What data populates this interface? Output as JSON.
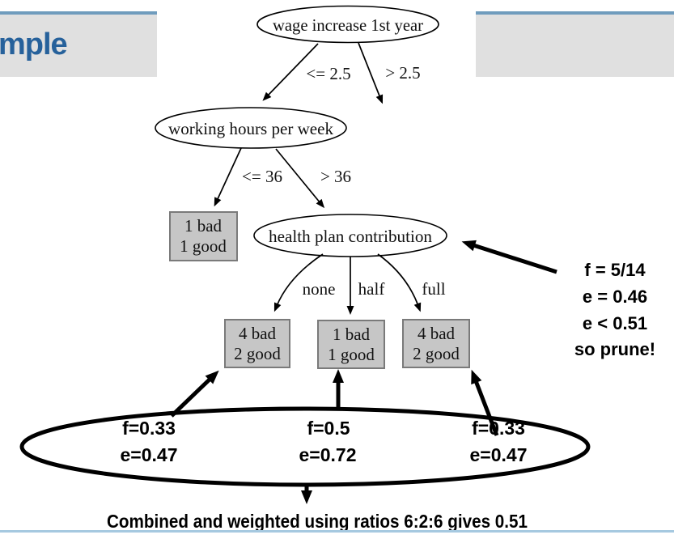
{
  "header": {
    "title_fragment": "mple"
  },
  "tree": {
    "nodes": {
      "root": "wage increase 1st year",
      "hours": "working hours per week",
      "health": "health plan contribution"
    },
    "edges": {
      "root_left": "<= 2.5",
      "root_right": "> 2.5",
      "hours_left": "<= 36",
      "hours_right": "> 36",
      "health_none": "none",
      "health_half": "half",
      "health_full": "full"
    },
    "leaves": {
      "hours_leaf": {
        "l1": "1 bad",
        "l2": "1 good"
      },
      "none_leaf": {
        "l1": "4 bad",
        "l2": "2 good"
      },
      "half_leaf": {
        "l1": "1 bad",
        "l2": "1 good"
      },
      "full_leaf": {
        "l1": "4 bad",
        "l2": "2 good"
      }
    }
  },
  "prune_note": {
    "l1": "f = 5/14",
    "l2": "e = 0.46",
    "l3": "e < 0.51",
    "l4": "so prune!"
  },
  "stats": {
    "none": {
      "f": "f=0.33",
      "e": "e=0.47"
    },
    "half": {
      "f": "f=0.5",
      "e": "e=0.72"
    },
    "full": {
      "f": "f=0.33",
      "e": "e=0.47"
    }
  },
  "caption": "Combined and weighted using ratios 6:2:6 gives 0.51",
  "colors": {
    "accent_bar": "#6f9cbd",
    "bottom_rule": "#a6c9e0",
    "title_blue": "#26619b",
    "banner_bg": "#e0e0e0",
    "leaf_fill": "#c6c6c6",
    "leaf_border": "#7a7a7a"
  }
}
